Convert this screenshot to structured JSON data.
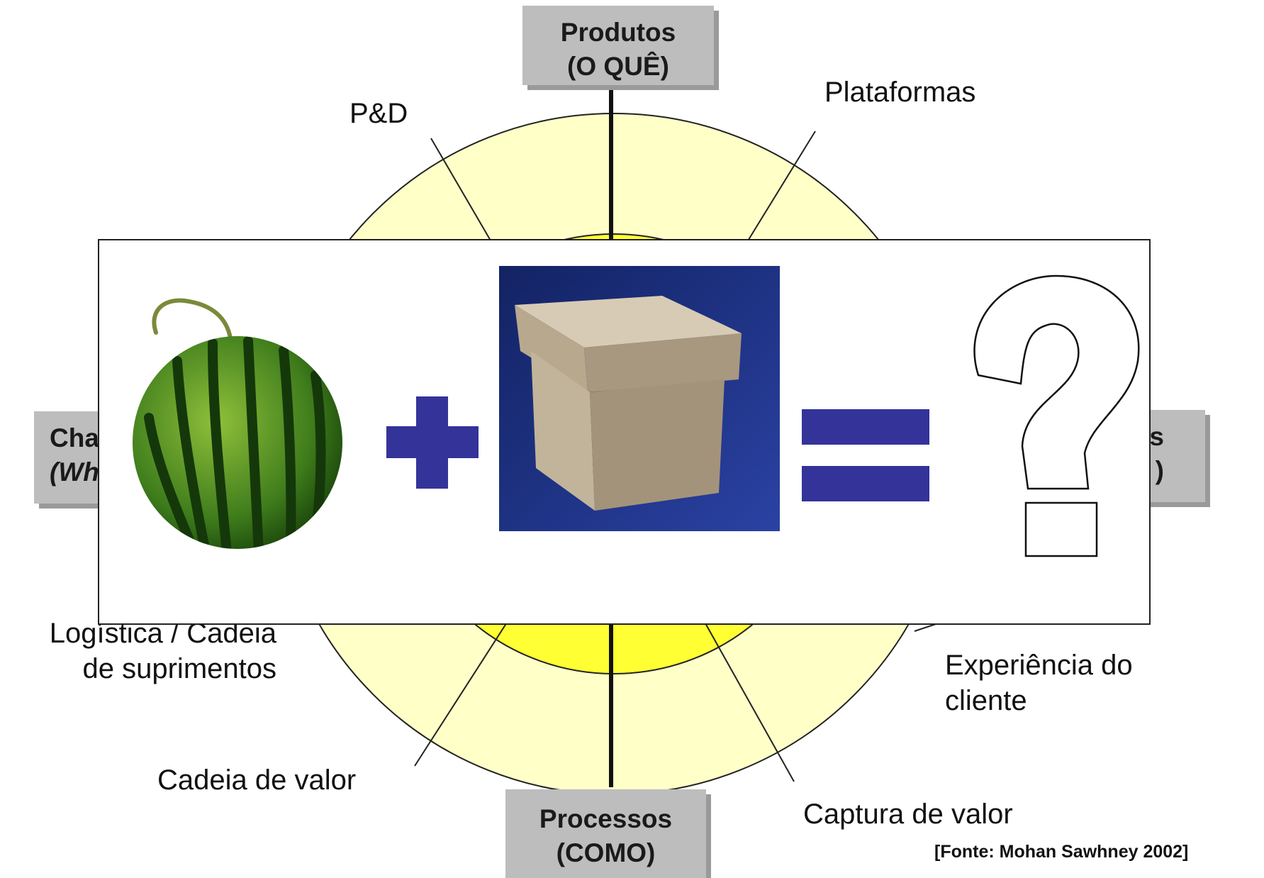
{
  "diagram": {
    "boxes": {
      "top": {
        "line1": "Produtos",
        "line2": "(O QUÊ)"
      },
      "left": {
        "line1": "Cha",
        "line2": "(Wh"
      },
      "right": {
        "line1": "s",
        "line2": ")"
      },
      "bottom": {
        "line1": "Processos",
        "line2": "(COMO)"
      }
    },
    "labels": {
      "rd": "P&D",
      "platforms": "Plataformas",
      "logistics_line1": "Logística / Cadeia",
      "logistics_line2": "de suprimentos",
      "experience_line1": "Experiência do",
      "experience_line2": "cliente",
      "value_chain": "Cadeia de valor",
      "value_capture": "Captura de valor"
    },
    "source": "[Fonte: Mohan Sawhney 2002]",
    "colors": {
      "outer_ring": "#ffffc8",
      "inner_ring": "#ffff33",
      "box_fill": "#bdbdbd",
      "operator_blue": "#33339a"
    }
  },
  "overlay": {
    "items": [
      "watermelon-image",
      "plus-sign",
      "box-image",
      "equals-sign",
      "question-mark"
    ]
  }
}
